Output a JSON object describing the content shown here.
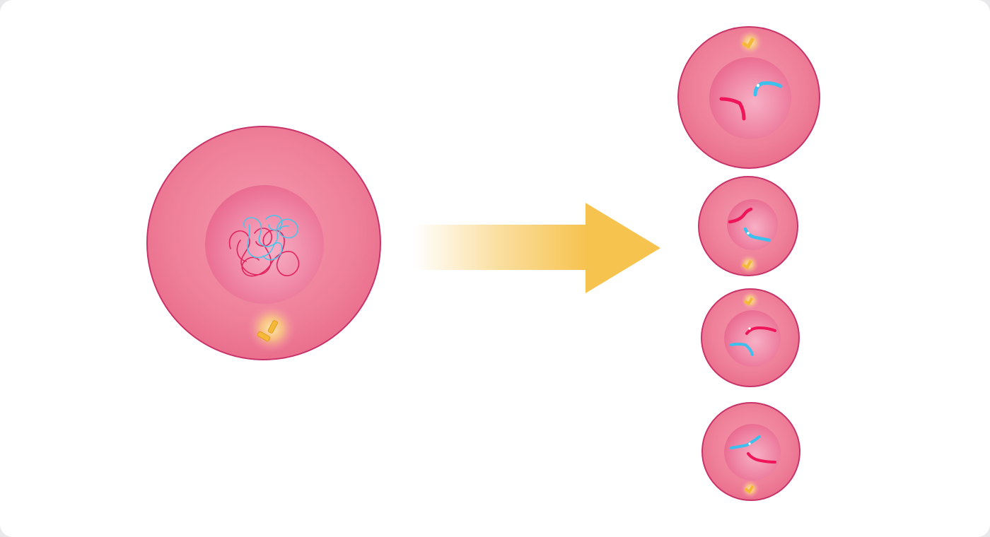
{
  "diagram": {
    "type": "cell-division-illustration",
    "labels": [],
    "parent_cell": {
      "chromatin_colors": [
        "#e0245e",
        "#4fc3e8"
      ],
      "centrosome_color": "#f7c34f"
    },
    "process_arrow": {
      "direction": "right",
      "color": "#f7c34f"
    },
    "daughter_cells": [
      {
        "id": "daughter-1",
        "chromosome_colors": [
          "#f0145a",
          "#3cc0ee"
        ],
        "centrosome_side": "top"
      },
      {
        "id": "daughter-2",
        "chromosome_colors": [
          "#f0145a",
          "#3cc0ee"
        ],
        "centrosome_side": "bottom"
      },
      {
        "id": "daughter-3",
        "chromosome_colors": [
          "#f0145a",
          "#3cc0ee"
        ],
        "centrosome_side": "top"
      },
      {
        "id": "daughter-4",
        "chromosome_colors": [
          "#f0145a",
          "#3cc0ee"
        ],
        "centrosome_side": "bottom"
      }
    ],
    "colors": {
      "cytoplasm": "#ef7d96",
      "membrane": "#c8346a",
      "nucleus": "#ea6a8c",
      "maternal_chromosome": "#f0145a",
      "paternal_chromosome": "#3cc0ee",
      "centrosome": "#f7c34f"
    }
  }
}
